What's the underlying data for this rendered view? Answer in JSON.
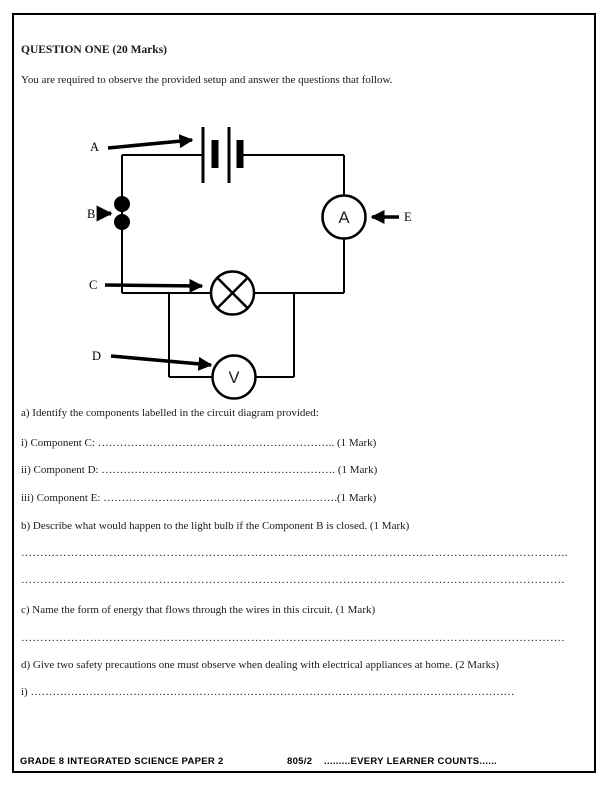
{
  "header": {
    "title": "QUESTION ONE (20 Marks)",
    "intro": "You are required to observe the provided setup and answer the questions that follow."
  },
  "diagram": {
    "label_a": "A",
    "label_b": "B",
    "label_c": "C",
    "label_d": "D",
    "label_e": "E",
    "ammeter_text": "A",
    "voltmeter_text": "V",
    "line_color": "#000000"
  },
  "questions": {
    "a": "a) Identify the components labelled in the circuit diagram provided:",
    "a_i": "i) Component C: ……………………………………………………….. (1 Mark)",
    "a_ii": "ii) Component D: ………………………………………………………. (1 Mark)",
    "a_iii": "iii) Component E: ……………………………………………………….(1 Mark)",
    "b": "b) Describe what would happen to the light bulb if the Component B is closed. (1 Mark)",
    "c": "c) Name the form of energy that flows through the wires in this circuit. (1 Mark)",
    "d": "d) Give two safety precautions one must observe when dealing with electrical appliances at home. (2 Marks)"
  },
  "answer_lines": {
    "b1": "……………………………………………………………………………………………………………………………..",
    "b2": "…………………………………………………………………………………………………………………………….",
    "c1": "…………………………………………………………………………………………………………………………….",
    "d_i": "i) ……………………………………………………………………………………………………………………"
  },
  "footer": {
    "left": "GRADE 8 INTEGRATED SCIENCE PAPER 2",
    "center": "805/2",
    "right": ".........EVERY LEARNER COUNTS......"
  }
}
